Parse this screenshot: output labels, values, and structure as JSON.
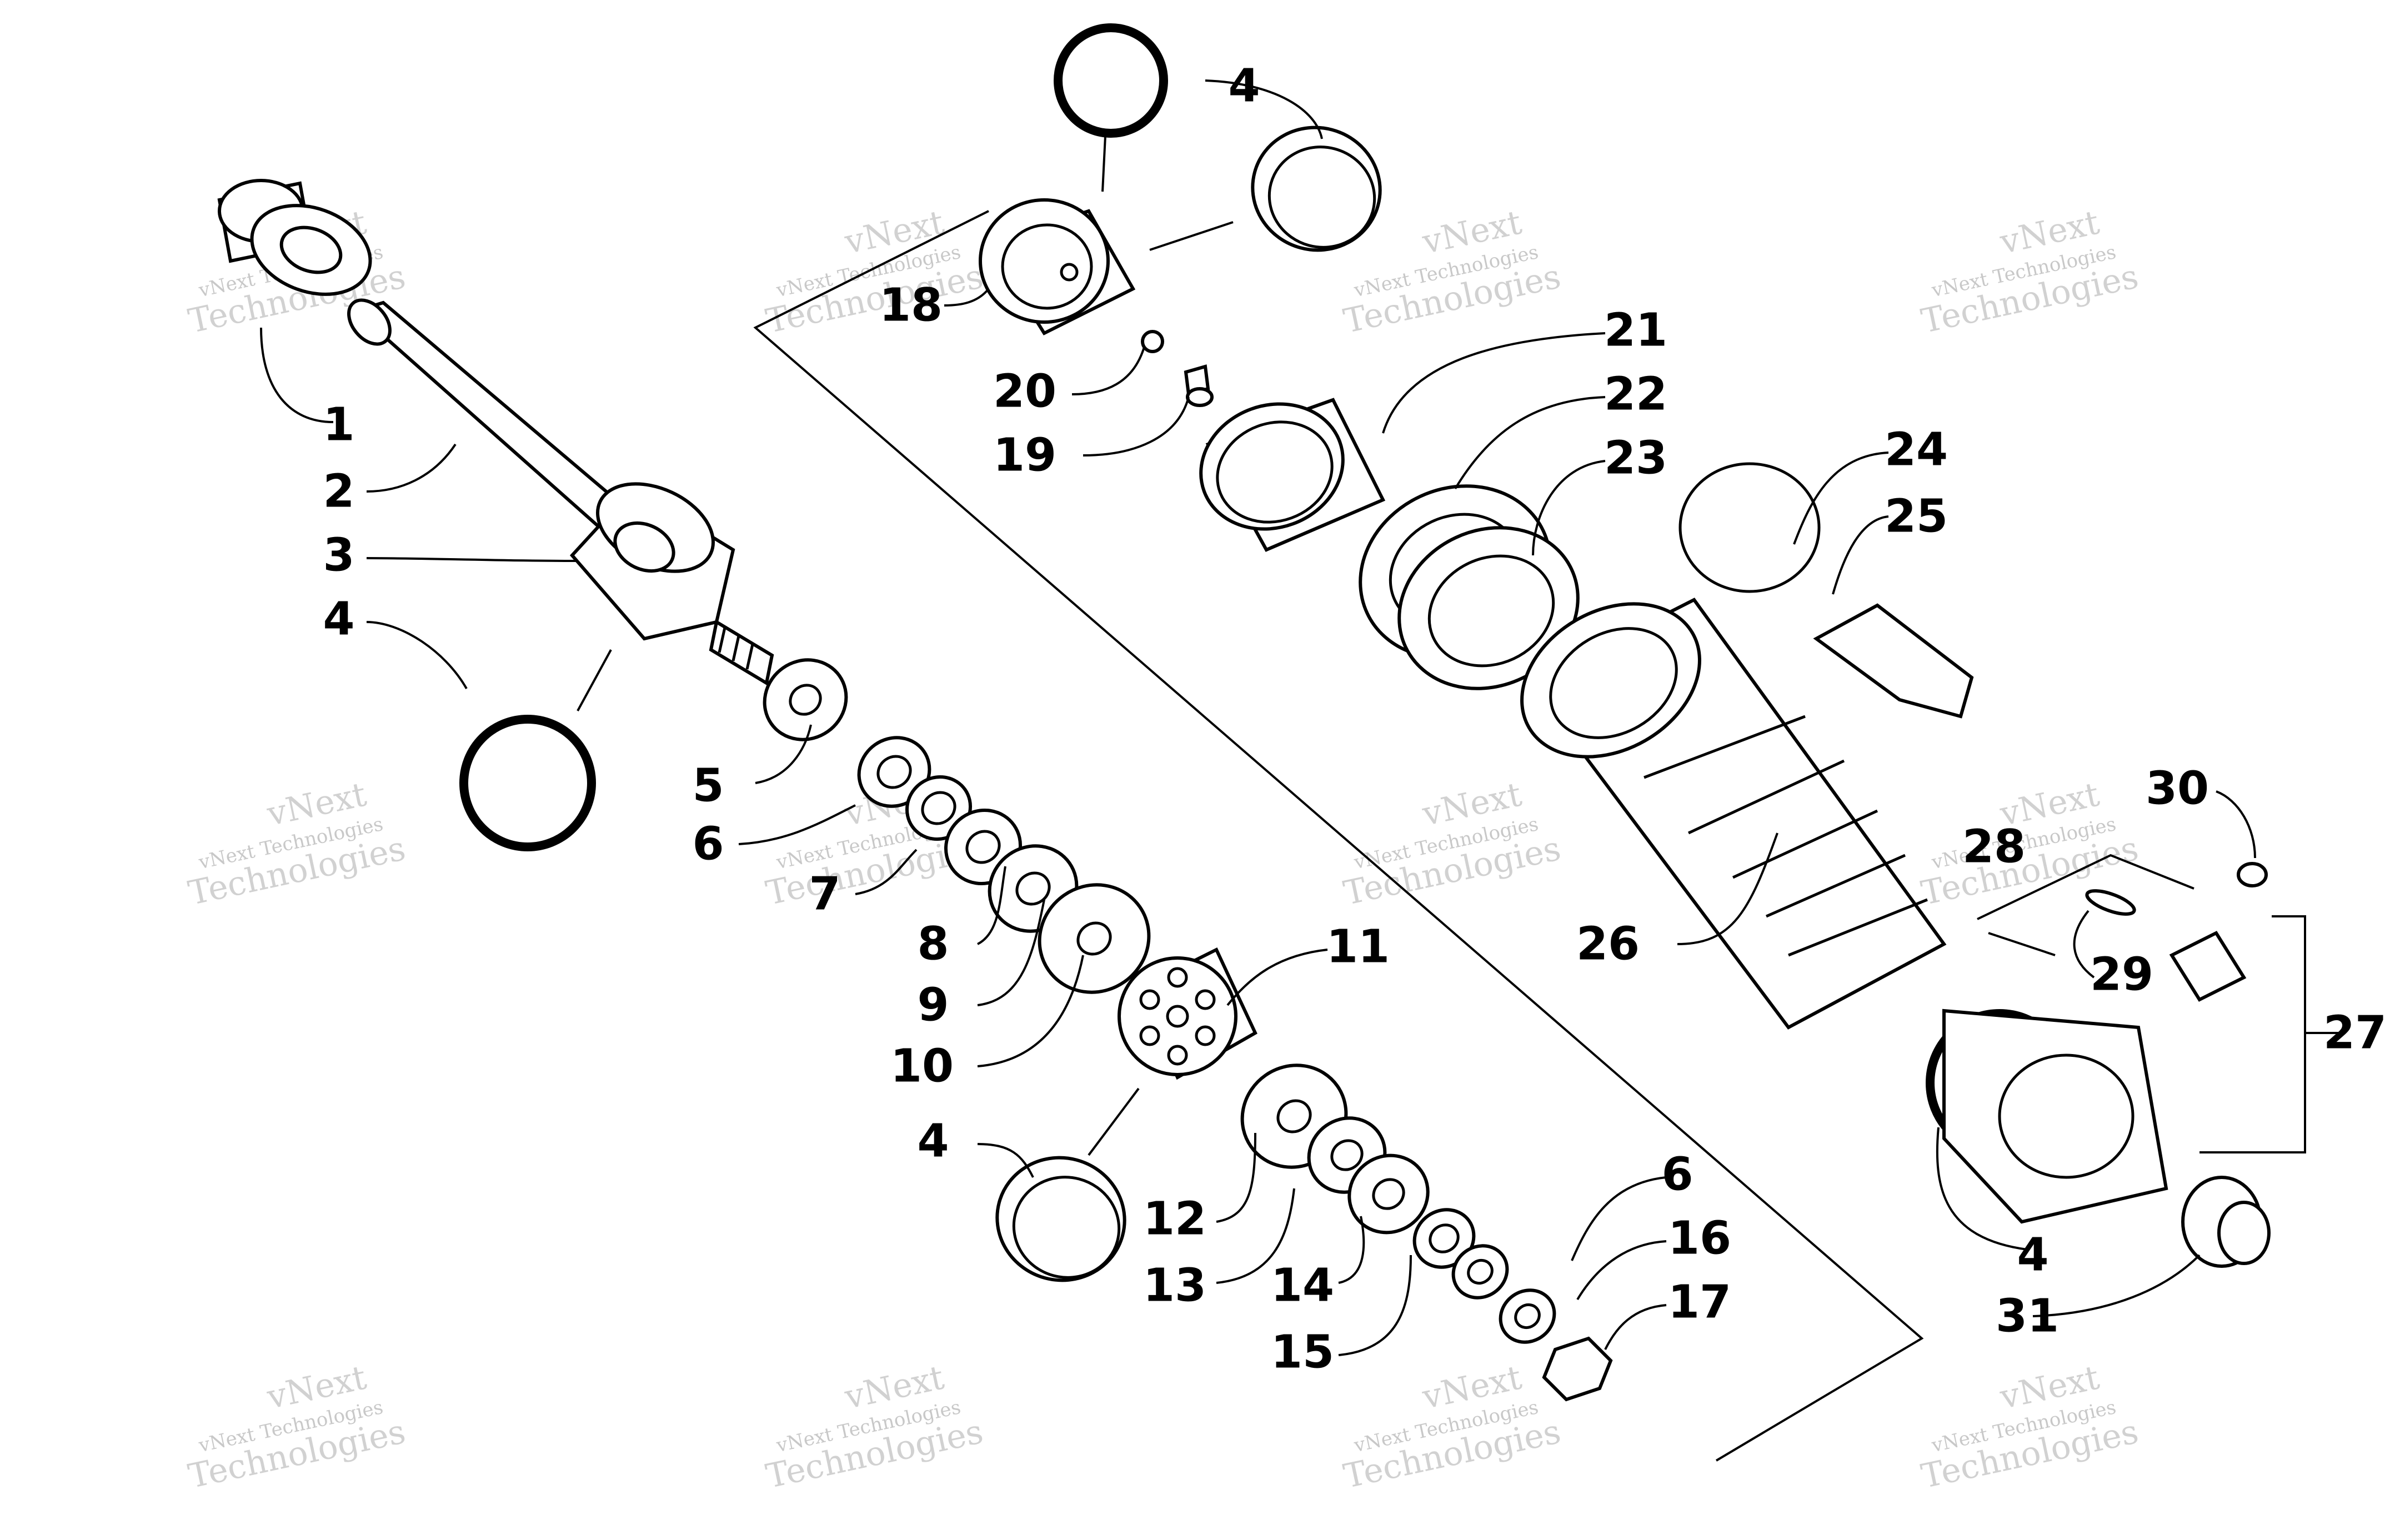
{
  "watermark": {
    "line1": "vNext Technologies",
    "line2": "vNext",
    "line3": "Technologies"
  },
  "callouts": {
    "c1": "1",
    "c2": "2",
    "c3": "3",
    "c4a": "4",
    "c4b": "4",
    "c4c": "4",
    "c4d": "4",
    "c5": "5",
    "c6a": "6",
    "c6b": "6",
    "c7": "7",
    "c8": "8",
    "c9": "9",
    "c10": "10",
    "c11": "11",
    "c12": "12",
    "c13": "13",
    "c14": "14",
    "c15": "15",
    "c16": "16",
    "c17": "17",
    "c18": "18",
    "c19": "19",
    "c20": "20",
    "c21": "21",
    "c22": "22",
    "c23": "23",
    "c24": "24",
    "c25": "25",
    "c26": "26",
    "c27": "27",
    "c28": "28",
    "c29": "29",
    "c30": "30",
    "c31": "31"
  }
}
